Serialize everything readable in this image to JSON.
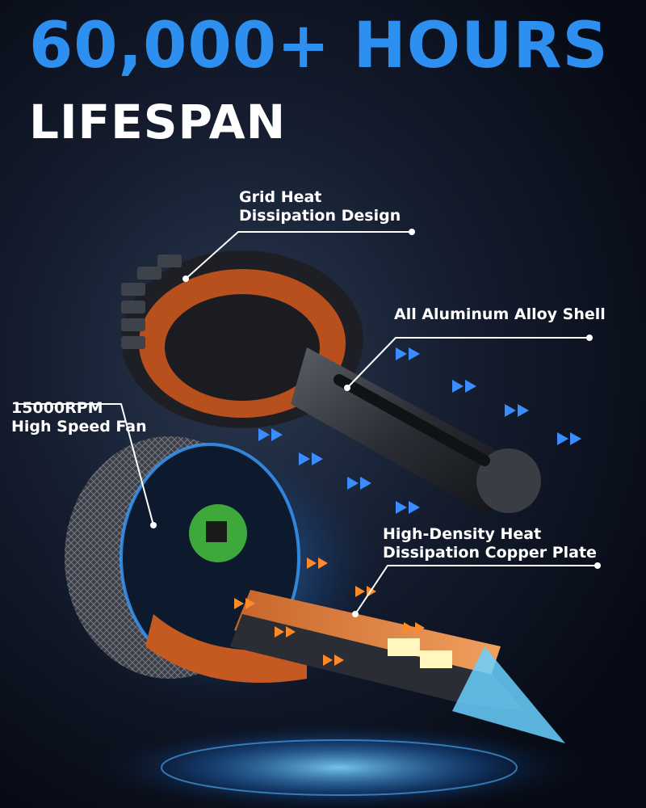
{
  "headline": {
    "line1": "60,000+ HOURS",
    "line2": "LIFESPAN"
  },
  "callouts": {
    "grid_heat": {
      "line1": "Grid Heat",
      "line2": "Dissipation Design"
    },
    "aluminum_shell": {
      "line1": "All Aluminum Alloy Shell"
    },
    "fan": {
      "line1": "15000RPM",
      "line2": "High Speed Fan"
    },
    "copper_plate": {
      "line1": "High-Density Heat",
      "line2": "Dissipation Copper Plate"
    }
  },
  "colors": {
    "headline_blue": "#2d8ff0",
    "airflow_blue": "#3a8cff",
    "heat_orange": "#ff8a2a",
    "background": "#0a0f1c"
  }
}
